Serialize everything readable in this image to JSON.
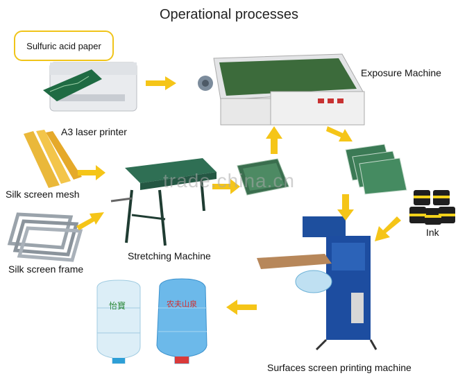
{
  "title": "Operational processes",
  "bubble": "Sulfuric acid paper",
  "labels": {
    "printer": "A3 laser printer",
    "exposure": "Exposure Machine",
    "mesh": "Silk screen mesh",
    "frame": "Silk screen frame",
    "stretching": "Stretching Machine",
    "ink": "Ink",
    "printing": "Surfaces screen printing machine"
  },
  "bottle_texts": {
    "left": "怡寶",
    "right": "农夫山泉"
  },
  "watermark": "trade.china.cn",
  "colors": {
    "arrow": "#f5c518",
    "bubble_border": "#f0c419"
  }
}
